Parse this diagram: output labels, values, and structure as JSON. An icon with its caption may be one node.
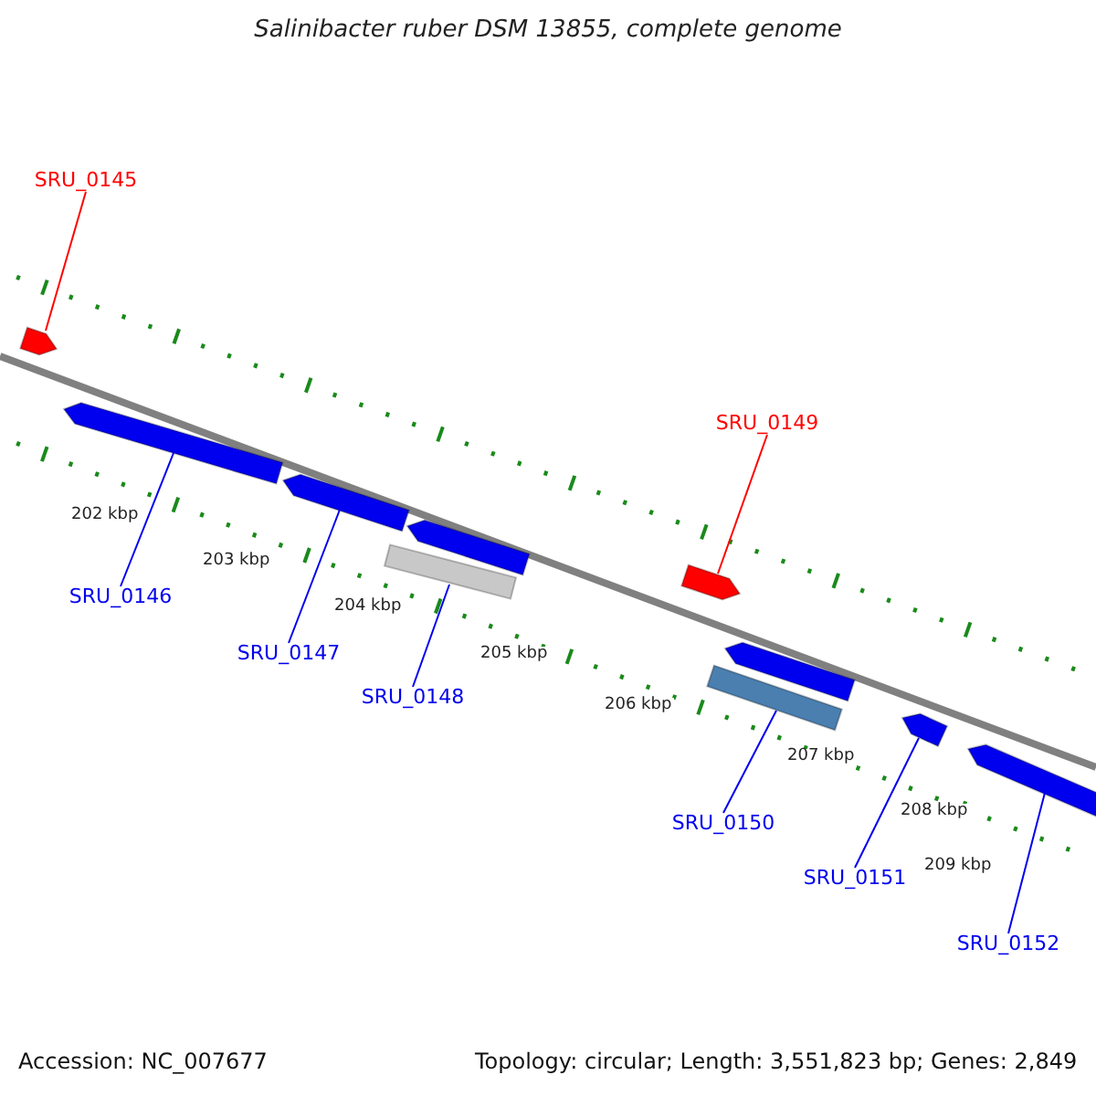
{
  "diagram": {
    "title": "Salinibacter ruber DSM 13855, complete genome",
    "nodes": [
      {
        "text": [
          "SRU_0145"
        ]
      },
      {
        "text": [],
        "shape": "arrow"
      },
      {
        "text": [],
        "shape": "arrow"
      },
      {
        "text": [],
        "shape": "arrow"
      },
      {
        "text": [],
        "shape": "arrow"
      },
      {
        "text": [],
        "shape": "bar"
      },
      {
        "text": [
          "SRU_0149"
        ]
      },
      {
        "text": [],
        "shape": "arrow"
      },
      {
        "text": [],
        "shape": "arrow"
      },
      {
        "text": [],
        "shape": "bar"
      },
      {
        "text": [],
        "shape": "arrow"
      },
      {
        "text": [],
        "shape": "arrow"
      },
      {
        "text": [
          "SRU_0146"
        ]
      },
      {
        "text": [
          "SRU_0147"
        ]
      },
      {
        "text": [
          "SRU_0148"
        ]
      },
      {
        "text": [
          "SRU_0150"
        ]
      },
      {
        "text": [
          "SRU_0151"
        ]
      },
      {
        "text": [
          "SRU_0152"
        ]
      }
    ],
    "edges": [
      {
        "from": 0,
        "to": 1,
        "arrow": "none",
        "color": "#ff0000"
      },
      {
        "from": 12,
        "to": 2,
        "arrow": "none"
      },
      {
        "from": 13,
        "to": 3,
        "arrow": "none"
      },
      {
        "from": 14,
        "to": 5,
        "arrow": "none"
      },
      {
        "from": 6,
        "to": 7,
        "arrow": "none",
        "color": "#ff0000"
      },
      {
        "from": 15,
        "to": 9,
        "arrow": "none"
      },
      {
        "from": 16,
        "to": 10,
        "arrow": "none"
      },
      {
        "from": 17,
        "to": 11,
        "arrow": "none"
      }
    ],
    "labels": [
      "202 kbp",
      "203 kbp",
      "204 kbp",
      "205 kbp",
      "206 kbp",
      "207 kbp",
      "208 kbp",
      "209 kbp",
      "Accession: NC_007677",
      "Topology: circular; Length: 3,551,823 bp; Genes: 2,849"
    ]
  }
}
